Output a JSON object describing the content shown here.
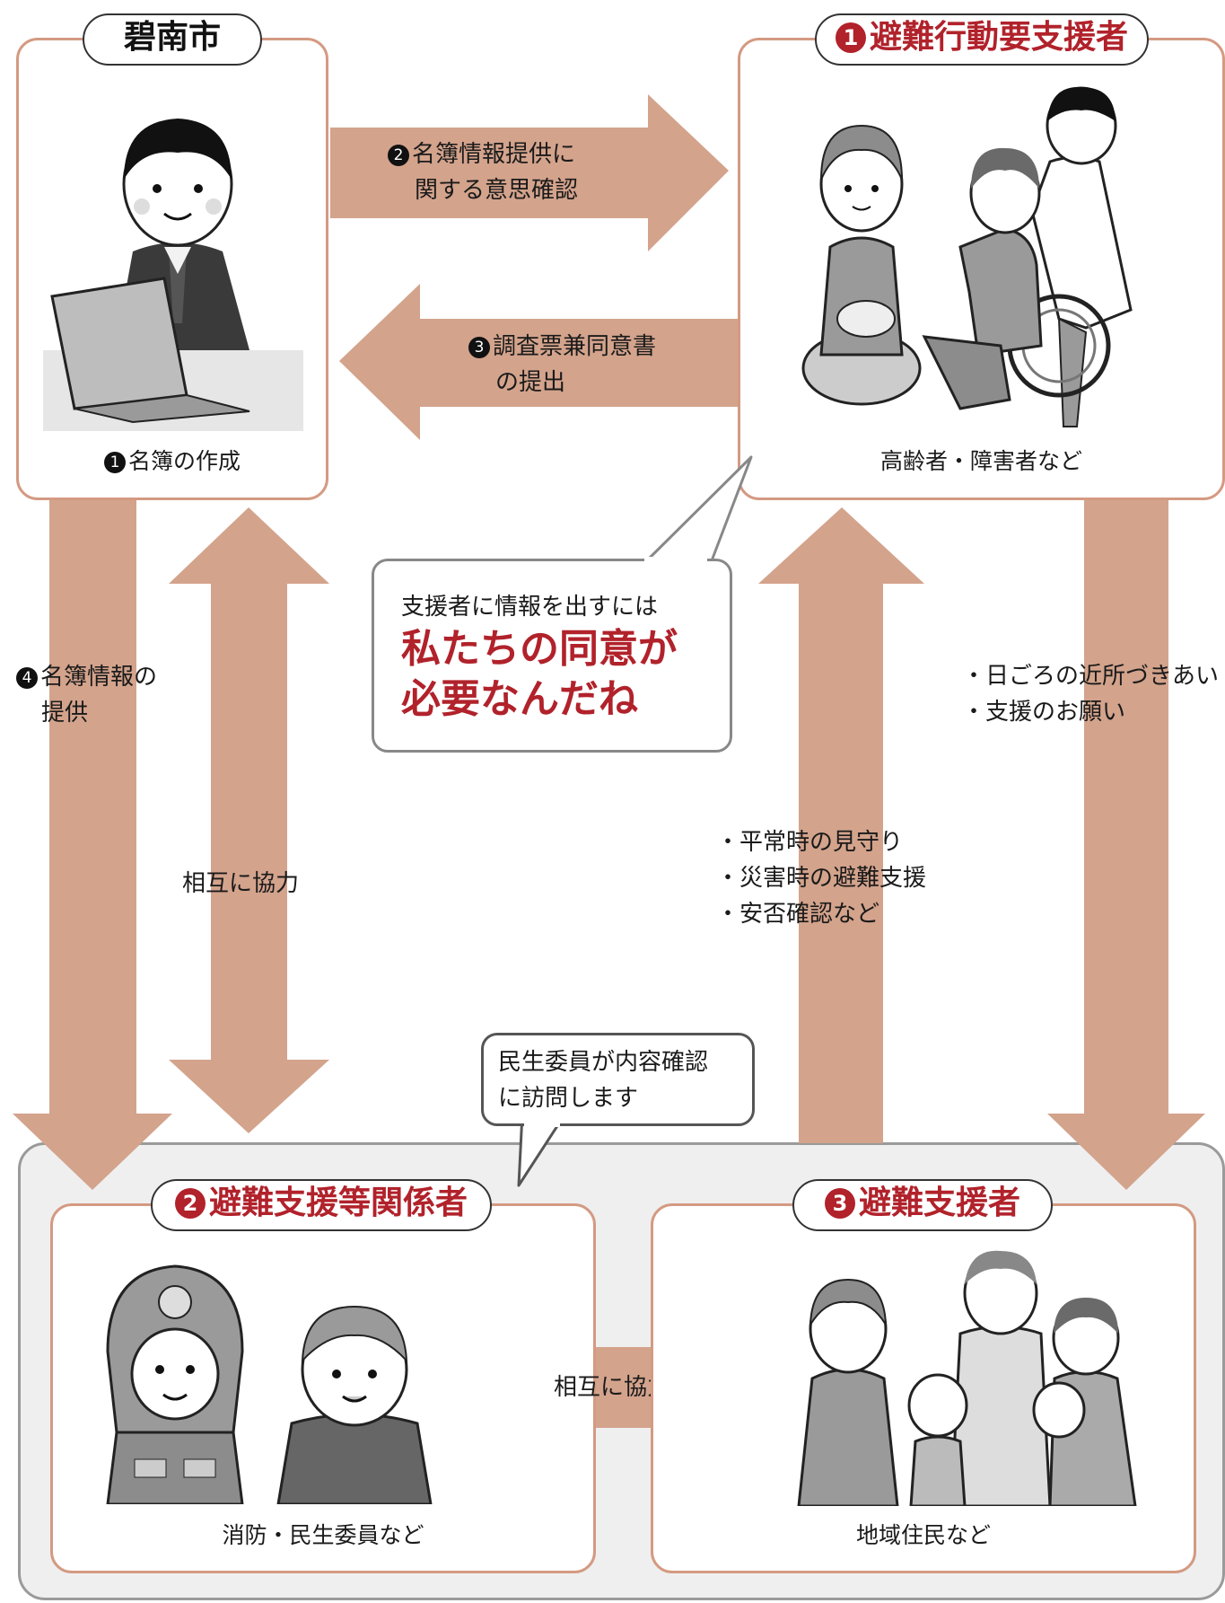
{
  "city": {
    "title": "碧南市",
    "caption": "名簿の作成",
    "caption_num": "1"
  },
  "requirers": {
    "title": "避難行動要支援者",
    "title_num": "1",
    "caption": "高齢者・障害者など"
  },
  "related": {
    "title": "避難支援等関係者",
    "title_num": "2",
    "caption": "消防・民生委員など"
  },
  "supporters": {
    "title": "避難支援者",
    "title_num": "3",
    "caption": "地域住民など"
  },
  "flows": {
    "confirm_num": "2",
    "confirm": [
      "名簿情報提供に",
      "関する意思確認"
    ],
    "submit_num": "3",
    "submit": [
      "調査票兼同意書",
      "の提出"
    ],
    "provide_num": "4",
    "provide": [
      "名簿情報の",
      "提供"
    ],
    "cooperate_left": "相互に協力",
    "cooperate_bottom": "相互に協力",
    "neighbor": [
      "・日ごろの近所づきあい",
      "・支援のお願い"
    ],
    "support": [
      "・平常時の見守り",
      "・災害時の避難支援",
      "・安否確認など"
    ]
  },
  "bubble_consent": {
    "line1": "支援者に情報を出すには",
    "big1": "私たちの同意が",
    "big2": "必要なんだね"
  },
  "bubble_visit": {
    "line1": "民生委員が内容確認",
    "line2": "に訪問します"
  },
  "colors": {
    "arrow": "#d3a38c",
    "card_border": "#d49a82",
    "accent_red": "#b1222b",
    "panel_bg": "#efefef"
  }
}
